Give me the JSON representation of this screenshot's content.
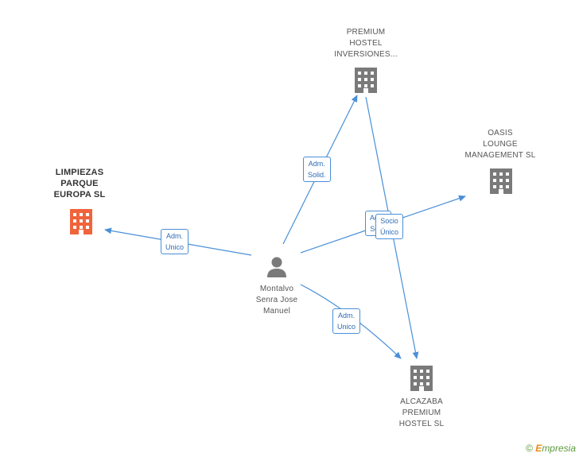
{
  "colors": {
    "edge": "#4a8fd8",
    "company": "#7a7a7a",
    "highlight_company": "#f0643c",
    "person": "#7a7a7a"
  },
  "nodes": {
    "person": {
      "label_lines": [
        "Montalvo",
        "Senra Jose",
        "Manuel"
      ],
      "icon": "person-icon"
    },
    "limpiezas": {
      "label_lines": [
        "LIMPIEZAS",
        "PARQUE",
        "EUROPA SL"
      ],
      "icon": "building-icon"
    },
    "premium": {
      "label_lines": [
        "PREMIUM",
        "HOSTEL",
        "INVERSIONES..."
      ],
      "icon": "building-icon"
    },
    "oasis": {
      "label_lines": [
        "OASIS",
        "LOUNGE",
        "MANAGEMENT SL"
      ],
      "icon": "building-icon"
    },
    "alcazaba": {
      "label_lines": [
        "ALCAZABA",
        "PREMIUM",
        "HOSTEL  SL"
      ],
      "icon": "building-icon"
    }
  },
  "edges": {
    "to_limpiezas": [
      "Adm.",
      "Unico"
    ],
    "to_premium": [
      "Adm.",
      "Solid."
    ],
    "to_oasis": [
      "Adm.",
      "Sol..."
    ],
    "premium_to_alcazaba": [
      "Socio",
      "Único"
    ],
    "to_alcazaba": [
      "Adm.",
      "Unico"
    ]
  },
  "footer": {
    "copyright": "©",
    "brand_first": "E",
    "brand_rest": "mpresia"
  }
}
